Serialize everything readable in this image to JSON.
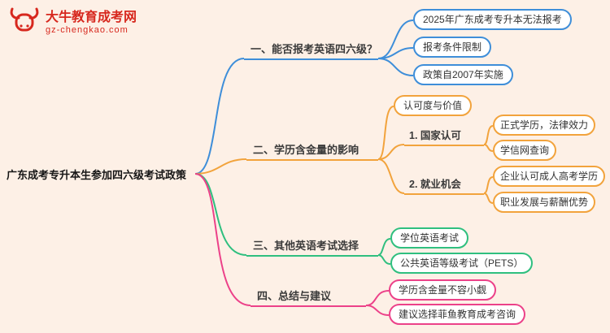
{
  "logo": {
    "title": "大牛教育成考网",
    "subtitle": "gz-chengkao.com",
    "color": "#d7281e"
  },
  "root": {
    "label": "广东成考专升本生参加四六级考试政策"
  },
  "colors": {
    "background": "#fdf0e6",
    "branch1": "#3e8ed9",
    "branch2": "#f2a33c",
    "branch3": "#2fbf7f",
    "branch4": "#ec4189"
  },
  "branches": [
    {
      "label": "一、能否报考英语四六级？",
      "color": "#3e8ed9",
      "children": [
        {
          "label": "2025年广东成考专升本无法报考"
        },
        {
          "label": "报考条件限制"
        },
        {
          "label": "政策自2007年实施"
        }
      ]
    },
    {
      "label": "二、学历含金量的影响",
      "color": "#f2a33c",
      "children": [
        {
          "label": "认可度与价值"
        },
        {
          "label": "1. 国家认可",
          "children": [
            {
              "label": "正式学历，法律效力"
            },
            {
              "label": "学信网查询"
            }
          ]
        },
        {
          "label": "2. 就业机会",
          "children": [
            {
              "label": "企业认可成人高考学历"
            },
            {
              "label": "职业发展与薪酬优势"
            }
          ]
        }
      ]
    },
    {
      "label": "三、其他英语考试选择",
      "color": "#2fbf7f",
      "children": [
        {
          "label": "学位英语考试"
        },
        {
          "label": "公共英语等级考试（PETS）"
        }
      ]
    },
    {
      "label": "四、总结与建议",
      "color": "#ec4189",
      "children": [
        {
          "label": "学历含金量不容小觑"
        },
        {
          "label": "建议选择菲鱼教育成考咨询"
        }
      ]
    }
  ]
}
